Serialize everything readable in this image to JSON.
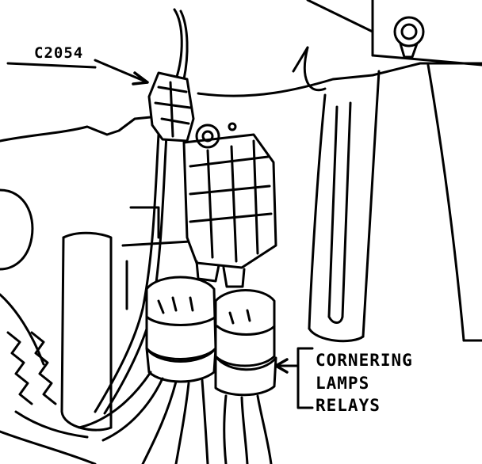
{
  "diagram": {
    "connector_label": "C2054",
    "callout_lines": [
      "CORNERING",
      "LAMPS",
      "RELAYS"
    ]
  },
  "colors": {
    "ink": "#000000",
    "paper": "#ffffff"
  }
}
